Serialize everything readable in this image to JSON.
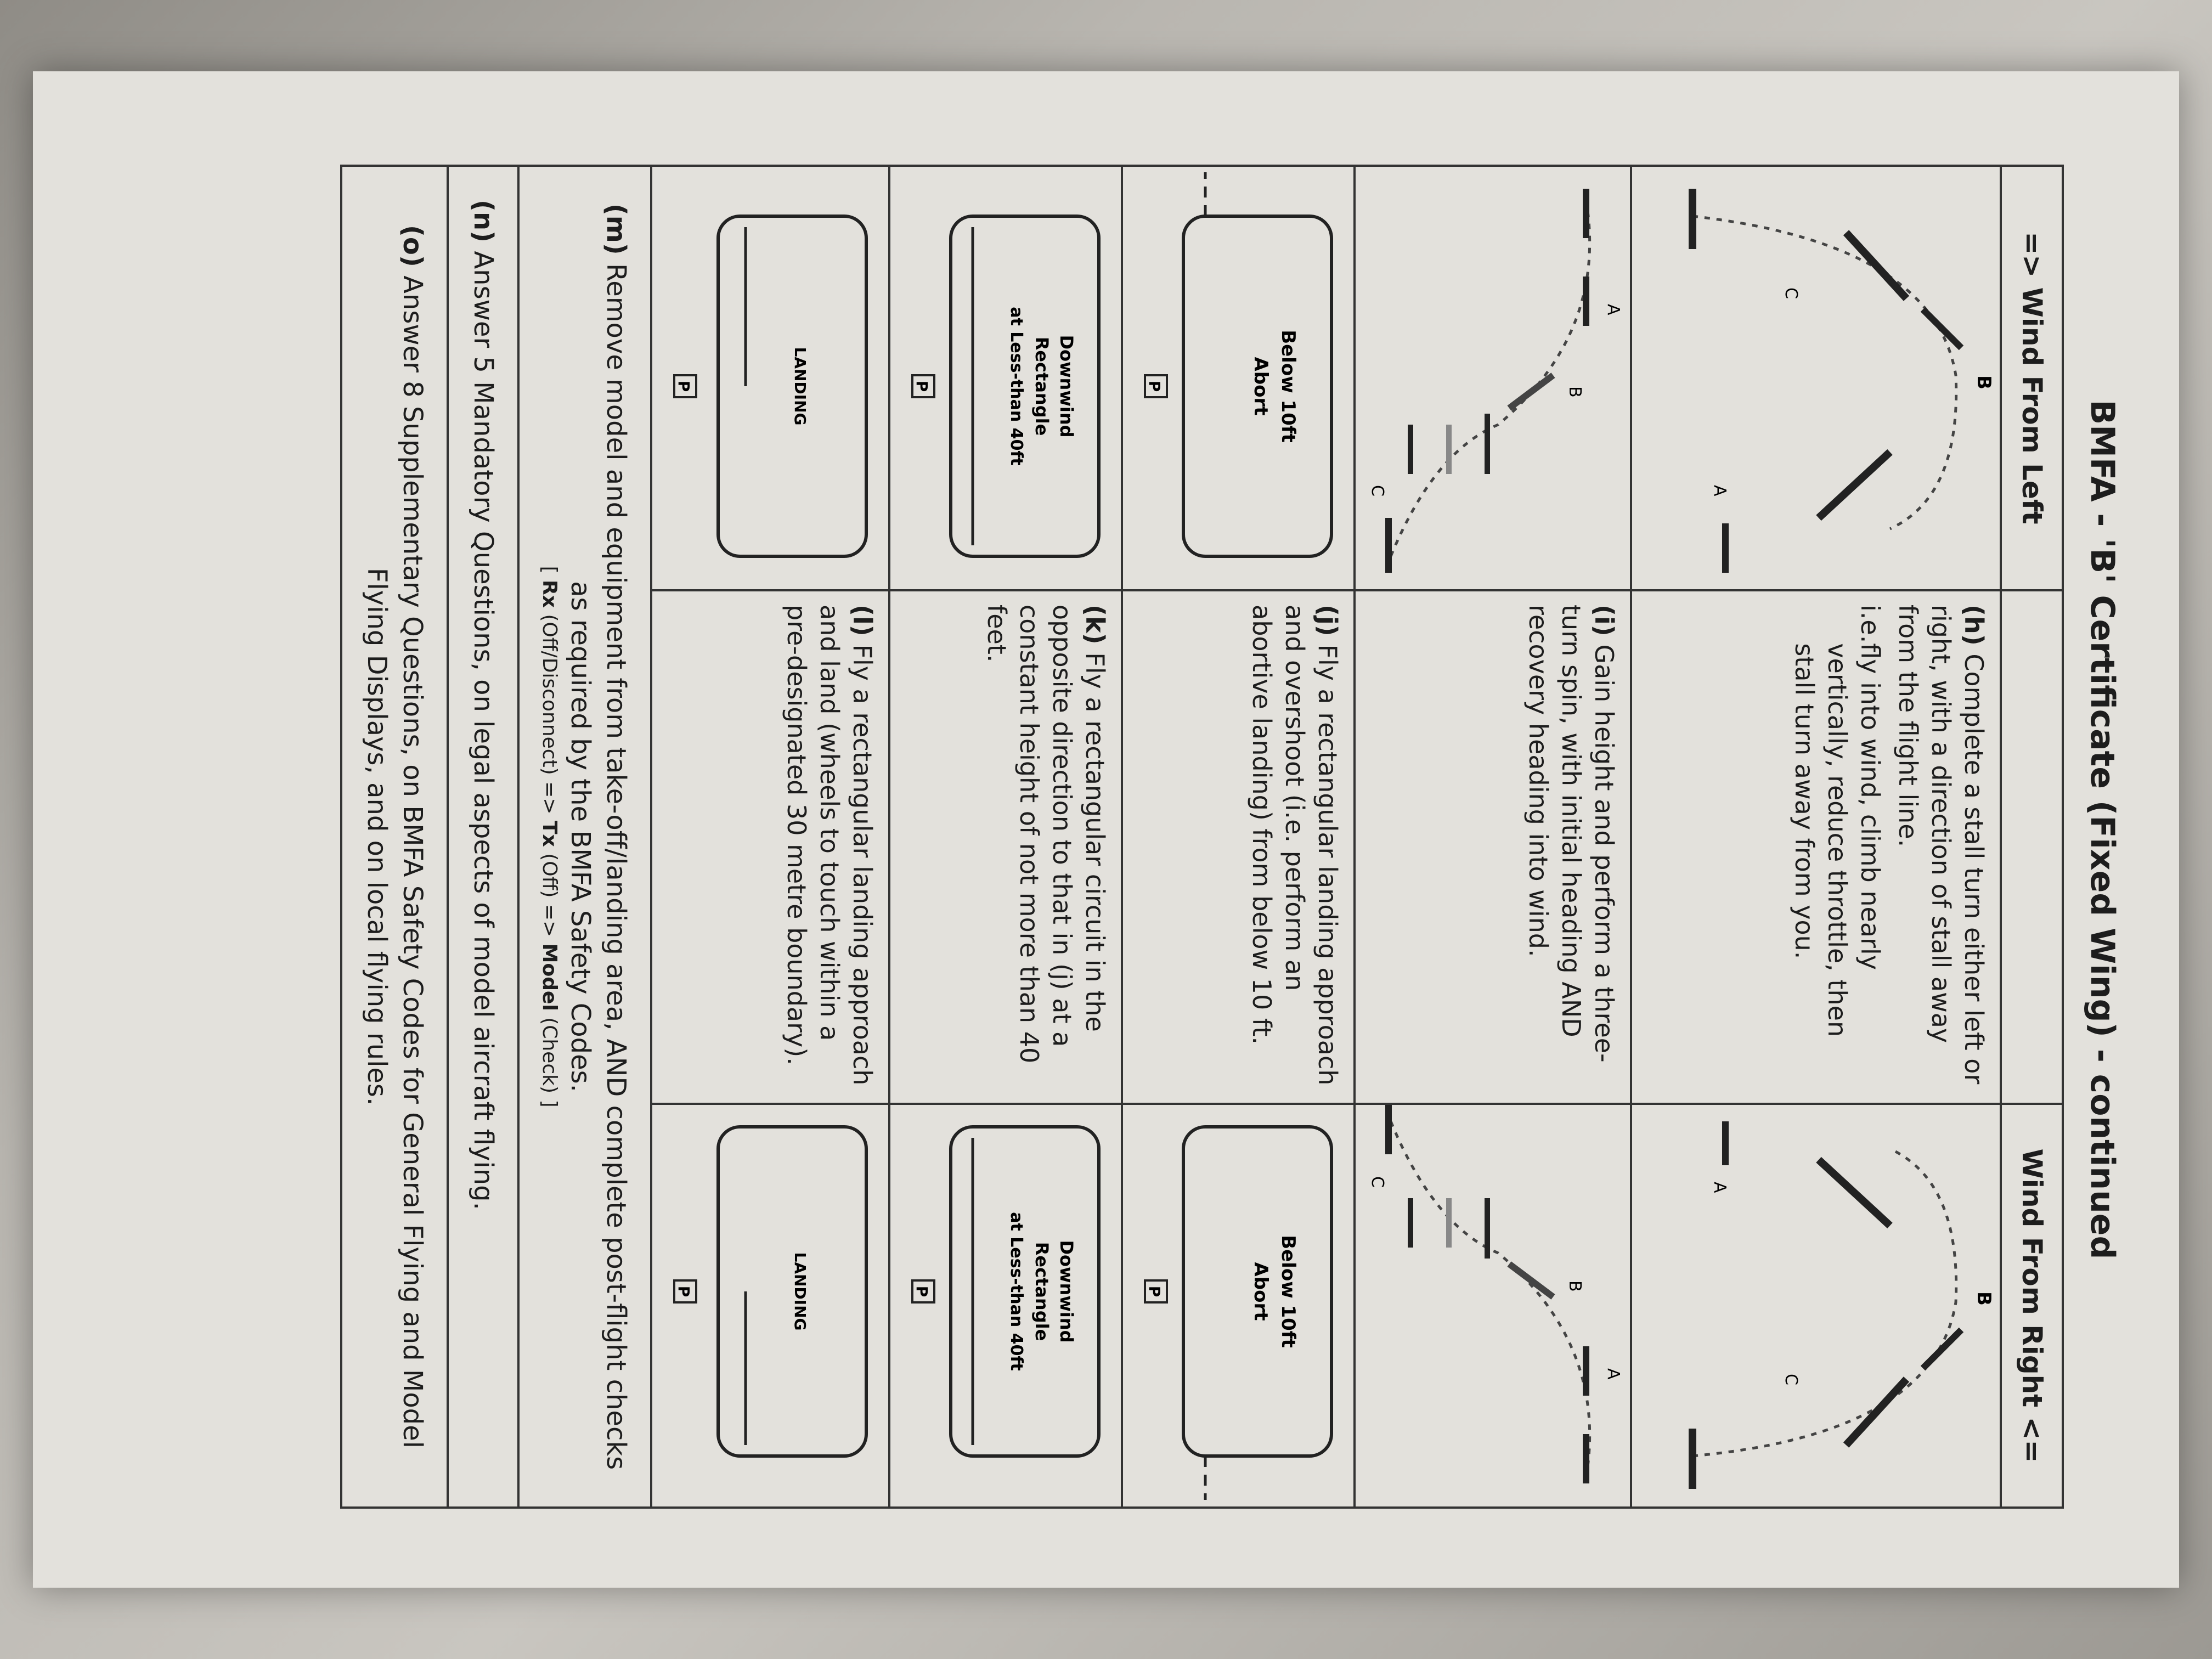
{
  "document": {
    "title": "BMFA - 'B' Certificate (Fixed Wing) - continued",
    "headers": {
      "left": "=> Wind From Left",
      "right": "Wind From Right <="
    },
    "rows": [
      {
        "id": "h",
        "label": "(h)",
        "text": "Complete a stall turn either left or right, with a direction of stall away from the flight line.",
        "sub_prefix": "i.e.",
        "sub_text": "fly into wind, climb nearly vertically, reduce throttle, then stall turn away from you.",
        "diagram_points": [
          "B",
          "C",
          "A"
        ]
      },
      {
        "id": "i",
        "label": "(i)",
        "text": "Gain height and perform a three-turn spin, with initial heading AND recovery heading into wind.",
        "diagram_points": [
          "A",
          "B",
          "C"
        ]
      },
      {
        "id": "j",
        "label": "(j)",
        "text": "Fly a rectangular landing approach and overshoot (i.e. perform an abortive landing) from below 10 ft.",
        "diagram_labels": [
          "Below 10ft",
          "Abort"
        ],
        "pilot": "P"
      },
      {
        "id": "k",
        "label": "(k)",
        "text": "Fly a rectangular circuit in the opposite direction to that in (j) at a constant height of not more than 40 feet.",
        "diagram_labels": [
          "Downwind",
          "Rectangle",
          "at Less-than 40ft"
        ],
        "pilot": "P"
      },
      {
        "id": "l",
        "label": "(l)",
        "text": "Fly a rectangular landing approach and land (wheels to touch within a pre-designated 30 metre boundary).",
        "diagram_labels": [
          "LANDING"
        ],
        "pilot": "P"
      }
    ],
    "m": {
      "label": "(m)",
      "text": "Remove model and equipment from take-off/landing area, AND complete post-flight checks as required by the BMFA Safety Codes.",
      "checks_open": "[",
      "rx": "Rx",
      "rx_note": "(Off/Disconnect) =>",
      "tx": "Tx",
      "tx_note": "(Off) =>",
      "model": "Model",
      "model_note": "(Check) ]"
    },
    "n": {
      "label": "(n)",
      "text": "Answer 5 Mandatory Questions, on legal aspects of model aircraft flying."
    },
    "o": {
      "label": "(o)",
      "text": "Answer 8 Supplementary Questions, on BMFA Safety Codes for General Flying and Model Flying Displays, and on local flying rules."
    }
  }
}
